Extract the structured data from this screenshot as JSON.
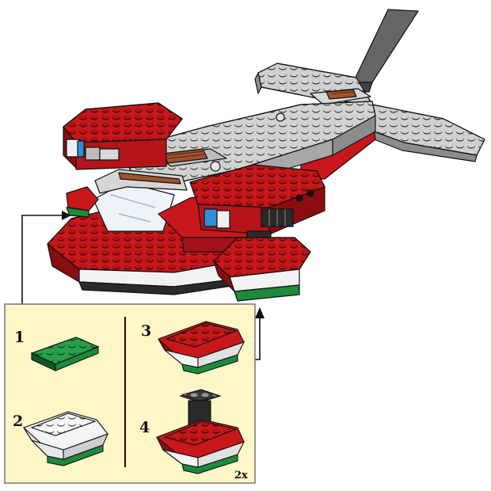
{
  "colors": {
    "panel_bg": "#fdf6c6",
    "panel_border": "#6b6b6b",
    "brick_red": "#c8181c",
    "brick_red_dark": "#8a0e10",
    "brick_gray": "#c8c8c8",
    "brick_gray_dark": "#8c8c8c",
    "brick_white": "#f4f4f4",
    "brick_green": "#1d8a3c",
    "brick_green_dark": "#0f5a25",
    "brick_black": "#2a2a2a",
    "accent_blue": "#2f8fd6"
  },
  "steps": [
    {
      "number": "1",
      "icon": "green-plate-icon"
    },
    {
      "number": "2",
      "icon": "white-wedge-on-green-icon"
    },
    {
      "number": "3",
      "icon": "red-wedge-on-white-icon"
    },
    {
      "number": "4",
      "icon": "float-with-strut-icon"
    }
  ],
  "multiplier": "2x"
}
